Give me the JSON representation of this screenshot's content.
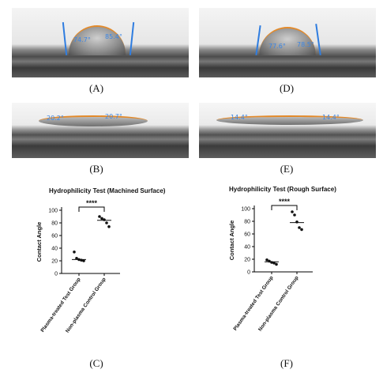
{
  "panels": {
    "A": {
      "label": "(A)",
      "angles": [
        "74.7°",
        "85.4°"
      ],
      "colors": {
        "tangent": "#2f7de0",
        "contour": "#e38a2a"
      }
    },
    "B": {
      "label": "(B)",
      "angles": [
        "20.2°",
        "20.7°"
      ]
    },
    "D": {
      "label": "(D)",
      "angles": [
        "77.6°",
        "78.5°"
      ]
    },
    "E": {
      "label": "(E)",
      "angles": [
        "14.4°",
        "14.4°"
      ]
    },
    "C": {
      "label": "(C)"
    },
    "F": {
      "label": "(F)"
    }
  },
  "chart_data": [
    {
      "type": "scatter",
      "title": "Hydrophilicity Test (Machined Surface)",
      "ylabel": "Contact Angle",
      "xlabel": "",
      "ylim": [
        0,
        100
      ],
      "yticks": [
        0,
        20,
        40,
        60,
        80,
        100
      ],
      "categories": [
        "Plasma-treated Test Group",
        "Non-plasma Control Group"
      ],
      "groups": [
        {
          "name": "Plasma-treated Test Group",
          "values": [
            34,
            24,
            22,
            21,
            20
          ],
          "mean": 22
        },
        {
          "name": "Non-plasma Control Group",
          "values": [
            90,
            87,
            85,
            80,
            74
          ],
          "mean": 84
        }
      ],
      "significance": "****",
      "grid": false
    },
    {
      "type": "scatter",
      "title": "Hydrophilicity Test (Rough Surface)",
      "ylabel": "Contact Angle",
      "xlabel": "",
      "ylim": [
        0,
        100
      ],
      "yticks": [
        0,
        20,
        40,
        60,
        80,
        100
      ],
      "categories": [
        "Plasma-treated Test Group",
        "Non-plasma Control Group"
      ],
      "groups": [
        {
          "name": "Plasma-treated Test Group",
          "values": [
            19,
            17,
            15,
            14,
            12
          ],
          "mean": 16
        },
        {
          "name": "Non-plasma Control Group",
          "values": [
            95,
            90,
            79,
            70,
            67
          ],
          "mean": 78
        }
      ],
      "significance": "****",
      "grid": false
    }
  ]
}
